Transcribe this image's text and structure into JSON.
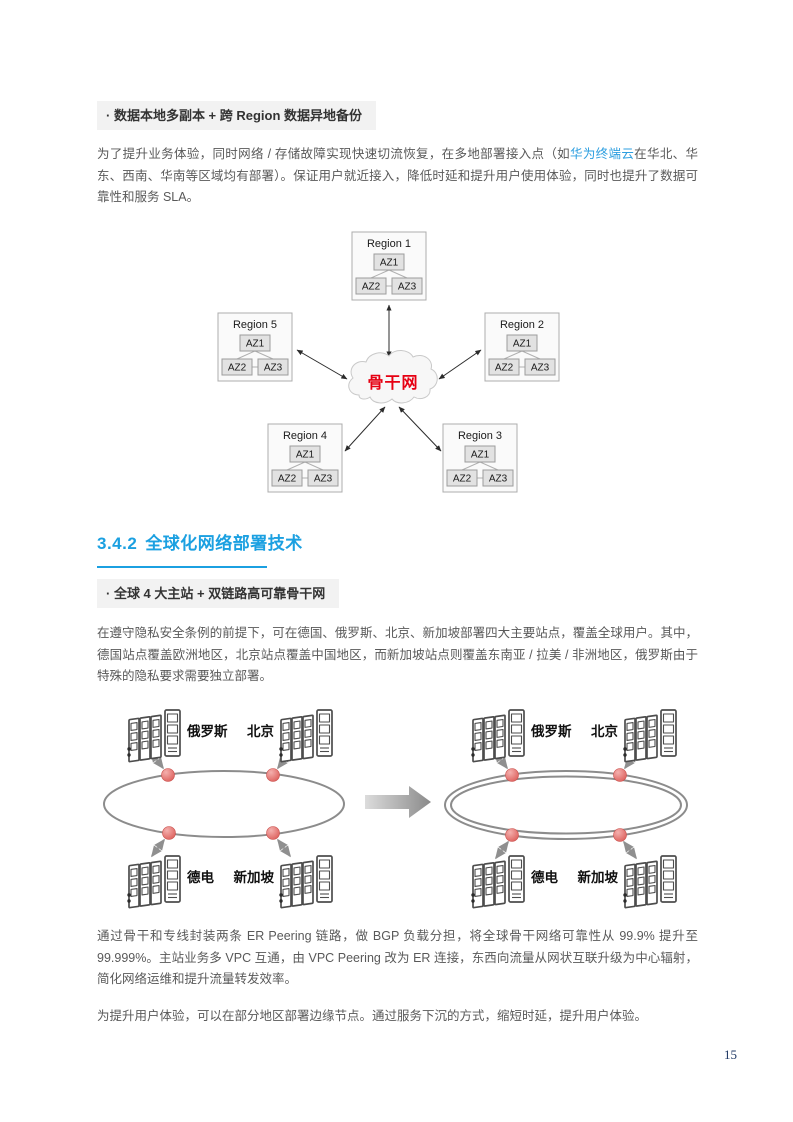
{
  "page": {
    "number": "15"
  },
  "section": {
    "chip1": "· 数据本地多副本 + 跨 Region 数据异地备份",
    "heading_number": "3.4.2",
    "heading_title": "全球化网络部署技术",
    "chip2": "· 全球 4 大主站 + 双链路高可靠骨干网"
  },
  "paragraphs": {
    "p1_before": "为了提升业务体验，同时网络 / 存储故障实现快速切流恢复，在多地部署接入点（如",
    "p1_link": "华为终端云",
    "p1_after": "在华北、华东、西南、华南等区域均有部署）。保证用户就近接入，降低时延和提升用户使用体验，同时也提升了数据可靠性和服务 SLA。",
    "p2": "在遵守隐私安全条例的前提下，可在德国、俄罗斯、北京、新加坡部署四大主要站点，覆盖全球用户。其中，德国站点覆盖欧洲地区，北京站点覆盖中国地区，而新加坡站点则覆盖东南亚 / 拉美 / 非洲地区，俄罗斯由于特殊的隐私要求需要独立部署。",
    "p3": "通过骨干和专线封装两条 ER Peering 链路，做 BGP 负载分担，将全球骨干网络可靠性从 99.9% 提升至 99.999%。主站业务多 VPC 互通，由 VPC Peering 改为 ER 连接，东西向流量从网状互联升级为中心辐射，简化网络运维和提升流量转发效率。",
    "p4": "为提升用户体验，可以在部分地区部署边缘节点。通过服务下沉的方式，缩短时延，提升用户体验。"
  },
  "diagram1": {
    "regions": [
      "Region 1",
      "Region 2",
      "Region 3",
      "Region 4",
      "Region 5"
    ],
    "az_labels": [
      "AZ1",
      "AZ2",
      "AZ3"
    ],
    "cloud_label": "骨干网",
    "cloud_label_color": "#e60012"
  },
  "diagram2": {
    "nodes": [
      "俄罗斯",
      "北京",
      "德电",
      "新加坡"
    ]
  },
  "colors": {
    "accent_blue": "#1ba0e1",
    "link_blue": "#2e9fe0",
    "cloud_text_red": "#e60012",
    "node_dot_red": "#d9534f"
  }
}
